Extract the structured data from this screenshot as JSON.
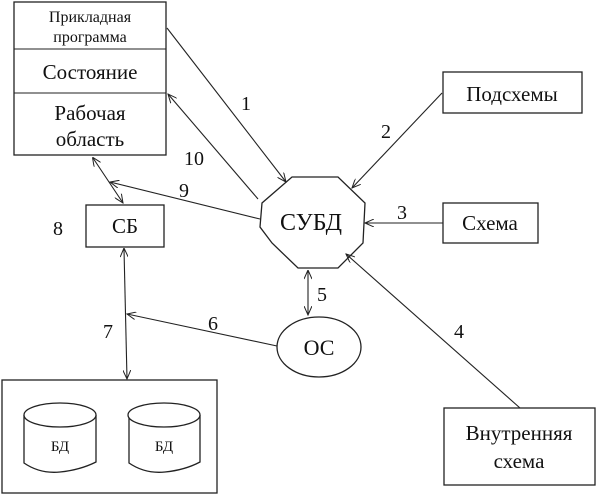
{
  "diagram": {
    "stack": {
      "app_program": "Прикладная",
      "app_program_2": "программа",
      "state": "Состояние",
      "workspace": "Рабочая",
      "workspace_2": "область"
    },
    "dbms": "СУБД",
    "subschemas": "Подсхемы",
    "schema": "Схема",
    "internal_schema": "Внутренняя",
    "internal_schema_2": "схема",
    "system_buffers": "СБ",
    "os": "ОС",
    "databases": [
      "БД",
      "БД"
    ],
    "links": [
      {
        "label": "1",
        "from": "Прикладная программа",
        "to": "СУБД"
      },
      {
        "label": "2",
        "from": "Подсхемы",
        "to": "СУБД"
      },
      {
        "label": "3",
        "from": "Схема",
        "to": "СУБД"
      },
      {
        "label": "4",
        "from": "Внутренняя схема",
        "to": "СУБД"
      },
      {
        "label": "5",
        "from": "СУБД",
        "to": "ОС",
        "bidirectional": true
      },
      {
        "label": "6",
        "from": "ОС",
        "to": "СБ-БД link"
      },
      {
        "label": "7",
        "from": "СБ",
        "to": "БД",
        "bidirectional": true
      },
      {
        "label": "8",
        "from": "СБ",
        "to": "СБ"
      },
      {
        "label": "9",
        "from": "СУБД",
        "to": "Рабочая область-СБ link"
      },
      {
        "label": "10",
        "from": "СУБД",
        "to": "Состояние"
      }
    ]
  }
}
